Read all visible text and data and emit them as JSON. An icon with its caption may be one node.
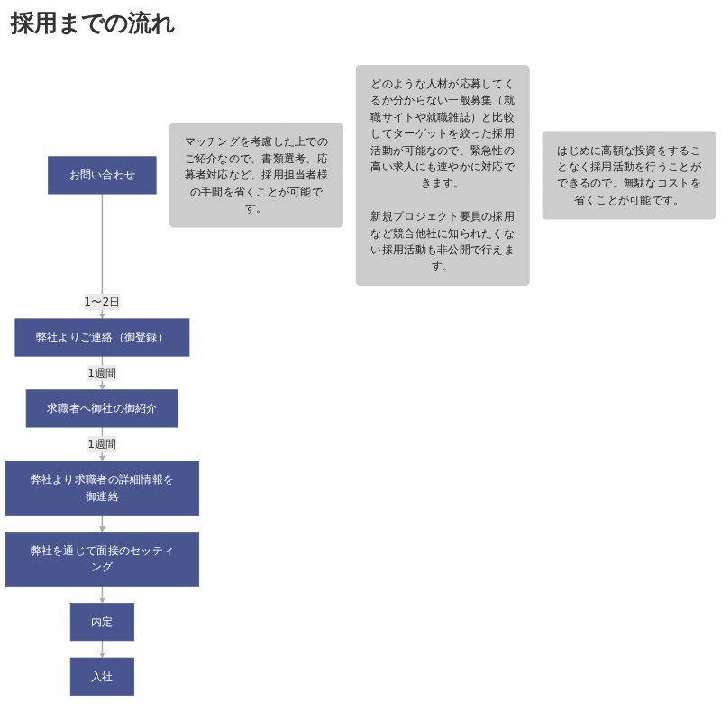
{
  "diagram": {
    "title": "採用までの流れ",
    "nodes": [
      {
        "text": [
          "お問い合わせ"
        ]
      },
      {
        "text": [
          "弊社よりご連絡（御登録）"
        ]
      },
      {
        "text": [
          "求職者へ御社の御紹介"
        ]
      },
      {
        "text": [
          "弊社より求職者の詳細情報を御連絡"
        ]
      },
      {
        "text": [
          "弊社を通じて面接のセッティング"
        ]
      },
      {
        "text": [
          "内定"
        ]
      },
      {
        "text": [
          "入社"
        ]
      },
      {
        "text": [
          "マッチングを考慮した上でのご紹介なので、書類選考、応募者対応など、採用担当者様の手間を省くことが可能です。"
        ]
      },
      {
        "text": [
          "どのような人材が応募してくるか分からない一般募集（就職サイトや就職雑誌）と比較してターゲットを絞った採用活動が可能なので、緊急性の高い求人にも速やかに対応できます。",
          "新規プロジェクト要員の採用など競合他社に知られたくない採用活動も非公開で行えます。"
        ]
      },
      {
        "text": [
          "はじめに高額な投資をすることなく採用活動を行うことができるので、無駄なコストを省くことが可能です。"
        ]
      }
    ],
    "edges": [
      {
        "from": 0,
        "to": 1,
        "arrow": "to",
        "label": "1〜2日"
      },
      {
        "from": 1,
        "to": 2,
        "arrow": "to",
        "label": "1週間"
      },
      {
        "from": 2,
        "to": 3,
        "arrow": "to",
        "label": "1週間"
      },
      {
        "from": 3,
        "to": 4,
        "arrow": "to"
      },
      {
        "from": 4,
        "to": 5,
        "arrow": "to"
      },
      {
        "from": 5,
        "to": 6,
        "arrow": "to"
      }
    ]
  }
}
